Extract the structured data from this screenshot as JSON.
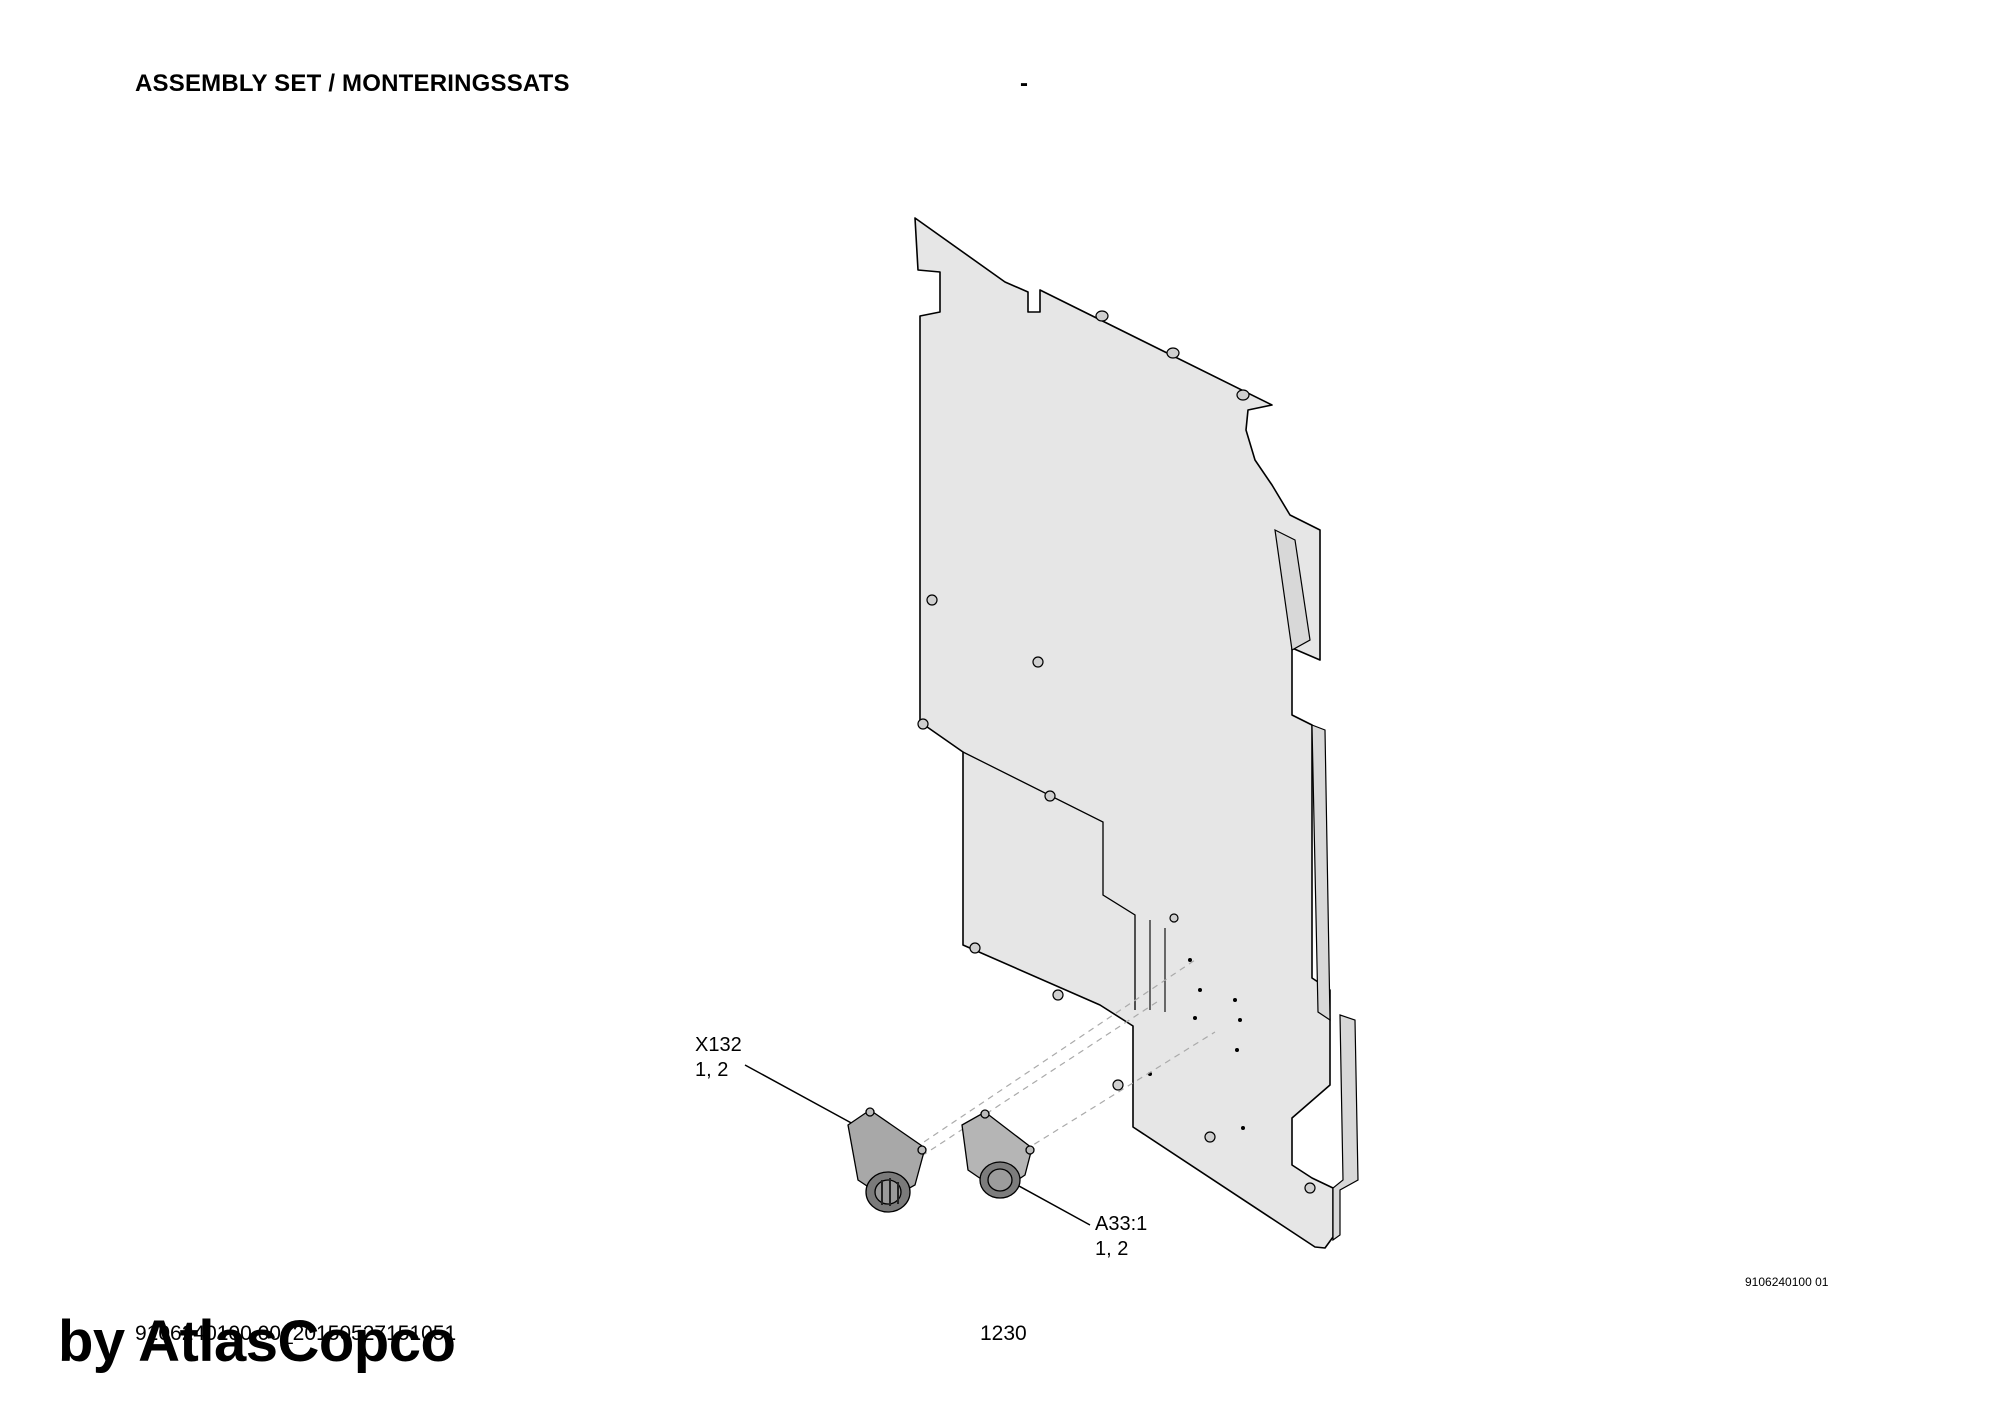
{
  "header": {
    "title": "ASSEMBLY SET / MONTERINGSSATS",
    "dash": "-"
  },
  "callouts": [
    {
      "ref": "X132",
      "items": "1, 2"
    },
    {
      "ref": "A33:1",
      "items": "1, 2"
    }
  ],
  "drawing_number": "9106240100 01",
  "footer": {
    "document_code": "9106240100 00_20150527151051",
    "page_number": "1230"
  },
  "watermark": "by AtlasCopco",
  "colors": {
    "panel_fill": "#e6e6e6",
    "line": "#000000",
    "connector": "#b0b0b0"
  }
}
